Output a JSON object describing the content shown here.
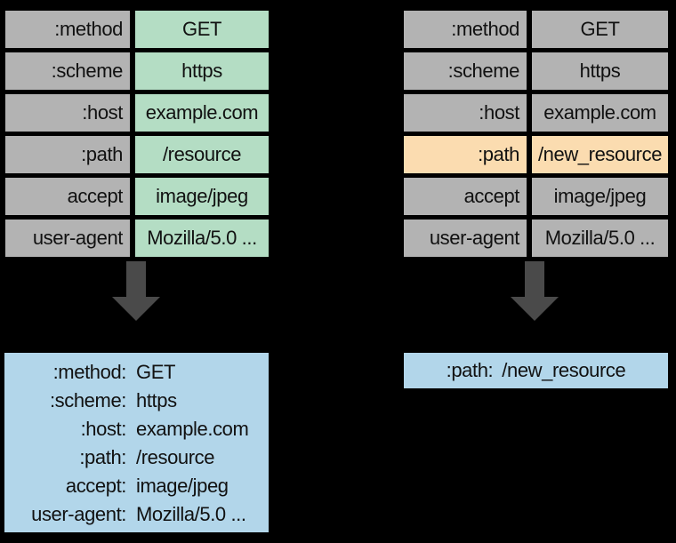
{
  "colors": {
    "background": "#000000",
    "cell-gray": "#b3b3b3",
    "cell-green": "#b4ddc4",
    "cell-orange": "#fbdcb0",
    "box-blue": "#b2d6ea",
    "arrow-gray": "#4a4a4a",
    "text": "#111111"
  },
  "request1": {
    "headers": [
      {
        "name": ":method",
        "value": "GET"
      },
      {
        "name": ":scheme",
        "value": "https"
      },
      {
        "name": ":host",
        "value": "example.com"
      },
      {
        "name": ":path",
        "value": "/resource"
      },
      {
        "name": "accept",
        "value": "image/jpeg"
      },
      {
        "name": "user-agent",
        "value": "Mozilla/5.0 ..."
      }
    ],
    "encoded": [
      {
        "key": ":method:",
        "value": "GET"
      },
      {
        "key": ":scheme:",
        "value": "https"
      },
      {
        "key": ":host:",
        "value": "example.com"
      },
      {
        "key": ":path:",
        "value": "/resource"
      },
      {
        "key": "accept:",
        "value": "image/jpeg"
      },
      {
        "key": "user-agent:",
        "value": "Mozilla/5.0 ..."
      }
    ]
  },
  "request2": {
    "headers": [
      {
        "name": ":method",
        "value": "GET"
      },
      {
        "name": ":scheme",
        "value": "https"
      },
      {
        "name": ":host",
        "value": "example.com"
      },
      {
        "name": ":path",
        "value": "/new_resource",
        "highlighted": true
      },
      {
        "name": "accept",
        "value": "image/jpeg"
      },
      {
        "name": "user-agent",
        "value": "Mozilla/5.0 ..."
      }
    ],
    "encoded": [
      {
        "key": ":path:",
        "value": "/new_resource"
      }
    ]
  }
}
